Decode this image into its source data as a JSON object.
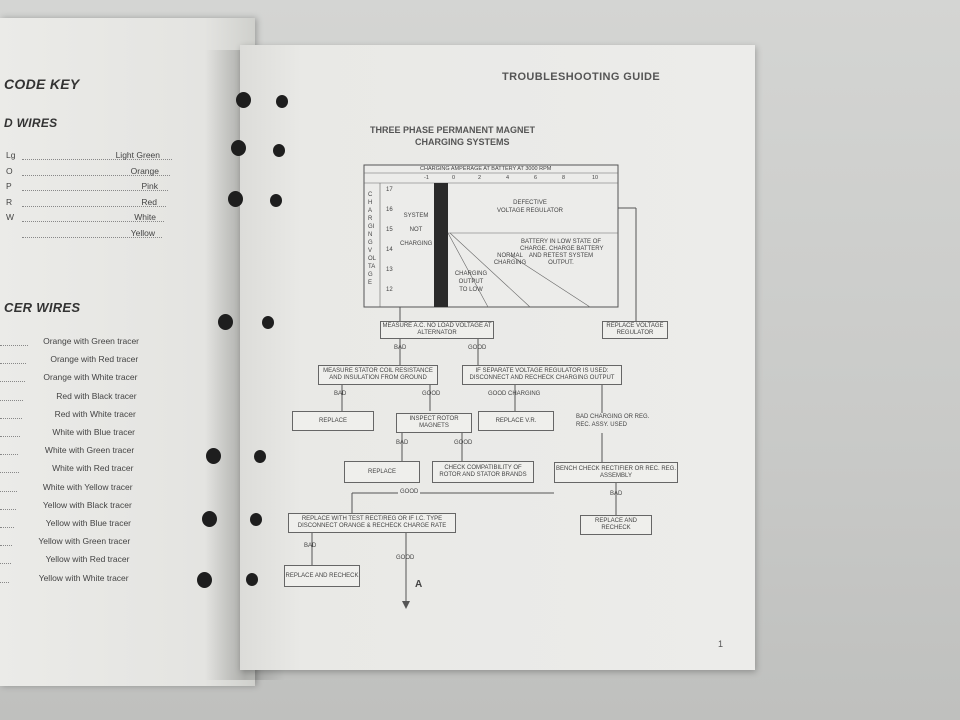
{
  "left_page": {
    "heading_code_key": "CODE KEY",
    "heading_solid_wires": "D WIRES",
    "solid_wires": [
      {
        "code": "Lg",
        "color": "Light Green"
      },
      {
        "code": "O",
        "color": "Orange"
      },
      {
        "code": "P",
        "color": "Pink"
      },
      {
        "code": "R",
        "color": "Red"
      },
      {
        "code": "W",
        "color": "White"
      },
      {
        "code": "",
        "color": "Yellow"
      }
    ],
    "heading_tracer_wires": "CER WIRES",
    "tracer_wires": [
      "Orange with Green tracer",
      "Orange with Red tracer",
      "Orange with White tracer",
      "Red with Black tracer",
      "Red with White tracer",
      "White with Blue tracer",
      "White with Green tracer",
      "White with Red tracer",
      "White with Yellow tracer",
      "Yellow with Black tracer",
      "Yellow with Blue tracer",
      "Yellow with Green tracer",
      "Yellow with Red tracer",
      "Yellow with White tracer"
    ]
  },
  "right_page": {
    "header": "TROUBLESHOOTING GUIDE",
    "subtitle_line1": "THREE PHASE PERMANENT MAGNET",
    "subtitle_line2": "CHARGING SYSTEMS",
    "page_number": "1",
    "chart": {
      "top_label": "CHARGING AMPERAGE AT BATTERY AT 3000 RPM",
      "amp_ticks": [
        "-1",
        "0",
        "2",
        "4",
        "6",
        "8",
        "10"
      ],
      "volt_ticks": [
        "17",
        "16",
        "15",
        "14",
        "13",
        "12"
      ],
      "side_label": "CHARGING VOLTAGE",
      "system_not_charging": [
        "SYSTEM",
        "NOT",
        "CHARGING"
      ],
      "defective_vr": [
        "DEFECTIVE",
        "VOLTAGE REGULATOR"
      ],
      "battery_low": [
        "BATTERY IN LOW STATE OF",
        "CHARGE. CHARGE BATTERY",
        "AND RETEST SYSTEM",
        "OUTPUT."
      ],
      "normal_charging": [
        "NORMAL",
        "CHARGING"
      ],
      "output_too_low": [
        "CHARGING",
        "OUTPUT",
        "TO LOW"
      ]
    },
    "flow": {
      "measure_ac": "MEASURE A.C. NO LOAD VOLTAGE AT ALTERNATOR",
      "replace_vr_top": "REPLACE VOLTAGE REGULATOR",
      "bad1": "BAD",
      "good1": "GOOD",
      "measure_stator": "MEASURE STATOR COIL RESISTANCE AND INSULATION FROM GROUND",
      "if_separate": "IF SEPARATE VOLTAGE REGULATOR IS USED: DISCONNECT AND RECHECK CHARGING OUTPUT",
      "bad2": "BAD",
      "good2": "GOOD",
      "good_charging": "GOOD CHARGING",
      "bad_charging": "BAD CHARGING OR REG. REC. ASSY. USED",
      "replace1": "REPLACE",
      "inspect_rotor": "INSPECT ROTOR MAGNETS",
      "replace_vr": "REPLACE V.R.",
      "bad3": "BAD",
      "good3": "GOOD",
      "replace2": "REPLACE",
      "check_compat": "CHECK COMPATIBILITY OF ROTOR AND STATOR BRANDS",
      "bench_check": "BENCH CHECK RECTIFIER OR REC. REG. ASSEMBLY",
      "good4": "GOOD",
      "bad4": "BAD",
      "replace_test": "REPLACE WITH TEST RECT/REG OR IF I.C. TYPE DISCONNECT ORANGE & RECHECK CHARGE RATE",
      "replace_recheck_right": "REPLACE AND RECHECK",
      "bad5": "BAD",
      "good5": "GOOD",
      "replace_recheck_left": "REPLACE AND RECHECK",
      "arrow_label": "A"
    }
  }
}
